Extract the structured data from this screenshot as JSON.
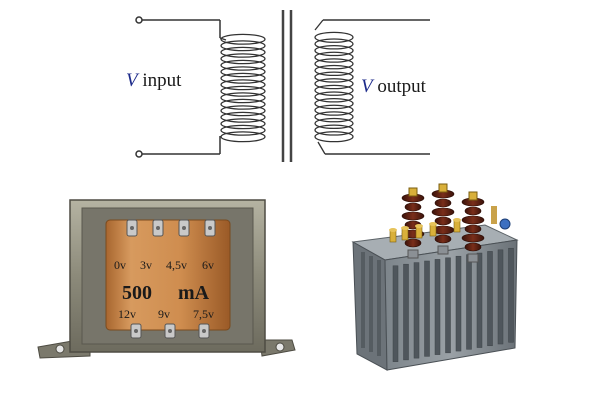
{
  "schematic": {
    "input_label": {
      "symbol": "V",
      "text": "input"
    },
    "output_label": {
      "symbol": "V",
      "text": "output"
    }
  },
  "small_transformer": {
    "top_taps": [
      "0v",
      "3v",
      "4,5v",
      "6v"
    ],
    "rating": [
      "500",
      "mA"
    ],
    "bottom_taps": [
      "12v",
      "9v",
      "7,5v"
    ],
    "colors": {
      "frame": "#8f8f80",
      "coil": "#c88a4c",
      "coil_dark": "#9a5f2b"
    }
  },
  "power_transformer": {
    "colors": {
      "tank": "#6f777d",
      "fins": "#555c62",
      "bushing": "#5a1f12",
      "terminal": "#d9b03a"
    }
  },
  "colors": {
    "wire": "#333333",
    "core": "#444444",
    "v_symbol": "#1c2a8a"
  }
}
